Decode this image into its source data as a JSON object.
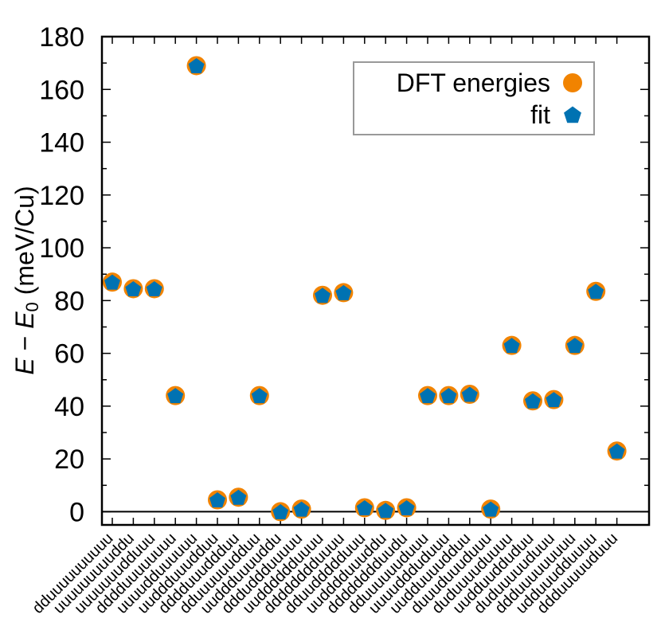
{
  "chart_data": {
    "type": "scatter",
    "ylabel_parts": {
      "e1": "E",
      "minus": " − ",
      "e2": "E",
      "sub": "0",
      "unit": " (meV/Cu)"
    },
    "ylim": [
      -5,
      180
    ],
    "yticks": [
      0,
      20,
      40,
      60,
      80,
      100,
      120,
      140,
      160,
      180
    ],
    "grid": false,
    "legend_position": "top-right",
    "categories": [
      "dduuuuuuuuuu",
      "uuuuuuuuuddu",
      "uuuuuuudduuu",
      "dddduuuuuuuu",
      "uuuudduuuuuu",
      "uuddduuudduu",
      "dddduuuddduu",
      "dduuuuuudduu",
      "uuddduuuuddu",
      "ddduddduuuuu",
      "uudddddduuuu",
      "dddddddduuuu",
      "dduuddddduuu",
      "uudddduuuddu",
      "dddddddduudu",
      "dduuuuuuduuu",
      "uuuuddduduuu",
      "uudduuuudduu",
      "duuuduuuduuu",
      "duduuuuduuuu",
      "uudduudduduu",
      "duduuuuuduuu",
      "ddduuuuuuuuu",
      "udduuudduuuu",
      "ddduuuuuduuu"
    ],
    "series": [
      {
        "name": "DFT energies",
        "color": "#F18300",
        "marker": "circle",
        "values": [
          87,
          84.5,
          84.5,
          44,
          169,
          4.5,
          5.5,
          44,
          0,
          1,
          82,
          83,
          1.5,
          0.5,
          1.5,
          44,
          44,
          44.5,
          1,
          63,
          42,
          42.5,
          63,
          83.5,
          23
        ]
      },
      {
        "name": "fit",
        "color": "#0072B2",
        "marker": "pentagon",
        "values": [
          87,
          84.5,
          84.5,
          44,
          169,
          4.5,
          5.5,
          44,
          0,
          1,
          82,
          83,
          1.5,
          0.5,
          1.5,
          44,
          44,
          44.5,
          1,
          63,
          42,
          42.5,
          63,
          83.5,
          23
        ]
      }
    ]
  }
}
